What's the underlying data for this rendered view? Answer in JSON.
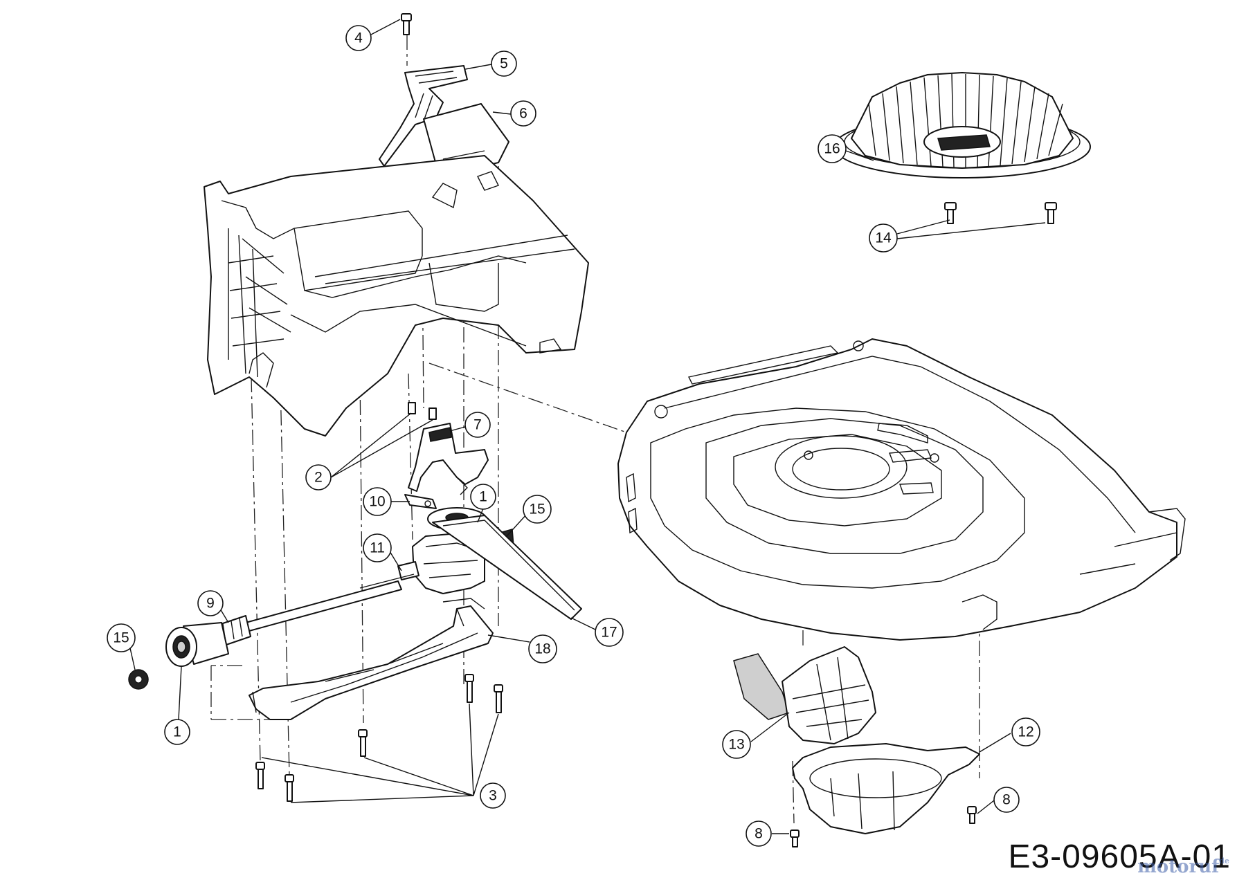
{
  "drawing": {
    "number": "E3-09605A-01",
    "watermark": "motoruf",
    "watermark_suffix": "de"
  },
  "callouts": [
    {
      "id": "c4",
      "label": "4"
    },
    {
      "id": "c5",
      "label": "5"
    },
    {
      "id": "c6",
      "label": "6"
    },
    {
      "id": "c16",
      "label": "16"
    },
    {
      "id": "c14",
      "label": "14"
    },
    {
      "id": "c7",
      "label": "7"
    },
    {
      "id": "c2",
      "label": "2"
    },
    {
      "id": "c10",
      "label": "10"
    },
    {
      "id": "c1a",
      "label": "1"
    },
    {
      "id": "c15a",
      "label": "15"
    },
    {
      "id": "c11",
      "label": "11"
    },
    {
      "id": "c9",
      "label": "9"
    },
    {
      "id": "c15b",
      "label": "15"
    },
    {
      "id": "c17",
      "label": "17"
    },
    {
      "id": "c18",
      "label": "18"
    },
    {
      "id": "c1b",
      "label": "1"
    },
    {
      "id": "c13",
      "label": "13"
    },
    {
      "id": "c12",
      "label": "12"
    },
    {
      "id": "c3",
      "label": "3"
    },
    {
      "id": "c8a",
      "label": "8"
    },
    {
      "id": "c8b",
      "label": "8"
    }
  ]
}
